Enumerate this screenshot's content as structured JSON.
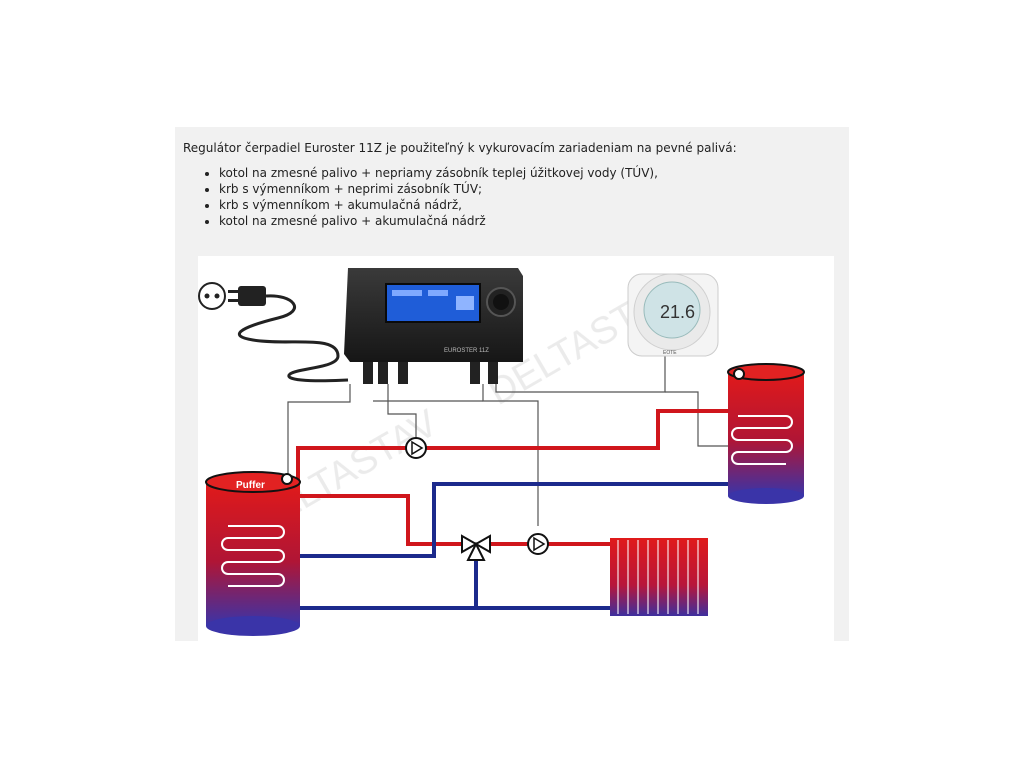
{
  "intro": "Regulátor čerpadiel Euroster 11Z je použiteľný k vykurovacím zariadeniam na pevné palivá:",
  "bullets": [
    "kotol na zmesné palivo + nepriamy zásobník teplej úžitkovej vody (TÚV),",
    "krb s výmenníkom + neprimi zásobník TÚV;",
    "krb s výmenníkom + akumulačná nádrž,",
    "kotol na zmesné palivo + akumulačná nádrž"
  ],
  "diagram": {
    "controller_brand": "EUROSTER 11Z",
    "thermostat_display": "21.6",
    "thermostat_brand": "EOTE",
    "puffer_label": "Puffer",
    "watermark": "DELTASTAV"
  },
  "colors": {
    "hot": "#d0161c",
    "cold": "#1c2a8c",
    "wire": "#555555",
    "panel": "#f1f1f1"
  }
}
